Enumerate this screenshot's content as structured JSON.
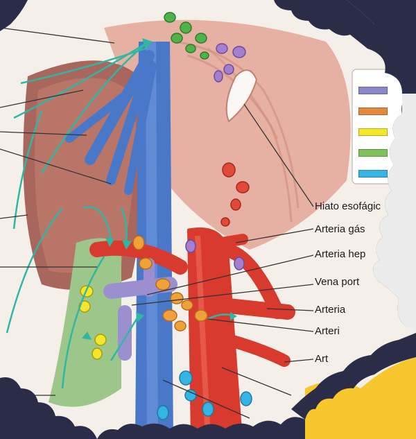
{
  "labels": [
    "Hiato esofágic",
    "Arteria gás",
    "Arteria hep",
    "Vena port",
    "Arteria",
    "Arteri",
    "Art"
  ],
  "legend": {
    "colors": [
      "#8a86c9",
      "#e48a3c",
      "#f3e62b",
      "#7fc25a",
      "#35b3e2"
    ]
  },
  "colors": {
    "frame_navy": "#2b2d48",
    "frame_yellow": "#f7c72d",
    "vein_blue": "#4a78c8",
    "artery_red": "#d83a2e",
    "nerve_teal": "#2fb7a4",
    "tissue_pink": "#e3a89b"
  },
  "icons": [
    "anatomical-illustration"
  ]
}
